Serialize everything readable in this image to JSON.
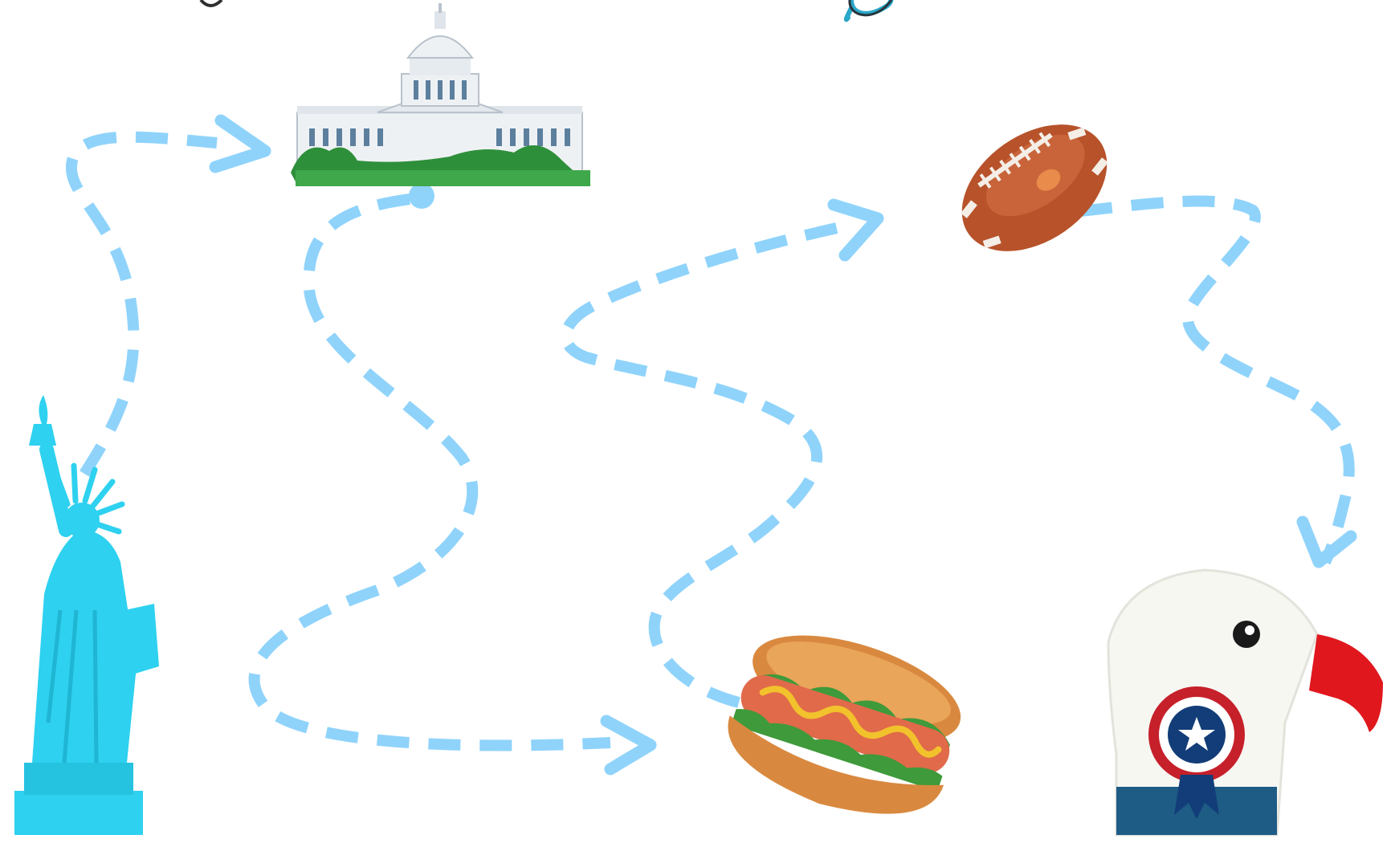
{
  "diagram": {
    "kind": "route-map",
    "line_style": "dashed",
    "line_color": "#8fd3fb",
    "nodes": [
      {
        "id": "statue",
        "icon": "statue-of-liberty-icon",
        "color": "#2ed1ef"
      },
      {
        "id": "capitol",
        "icon": "capitol-building-icon",
        "color": "#eef1f4"
      },
      {
        "id": "hotdog",
        "icon": "hot-dog-icon",
        "color": "#d9893f"
      },
      {
        "id": "football",
        "icon": "american-football-icon",
        "color": "#b7522a"
      },
      {
        "id": "eagle",
        "icon": "bald-eagle-icon",
        "color": "#f7f7f2"
      }
    ],
    "connections": [
      {
        "from": "statue",
        "to": "capitol"
      },
      {
        "from": "capitol",
        "to": "hotdog"
      },
      {
        "from": "hotdog",
        "to": "football"
      },
      {
        "from": "football",
        "to": "eagle"
      }
    ]
  }
}
